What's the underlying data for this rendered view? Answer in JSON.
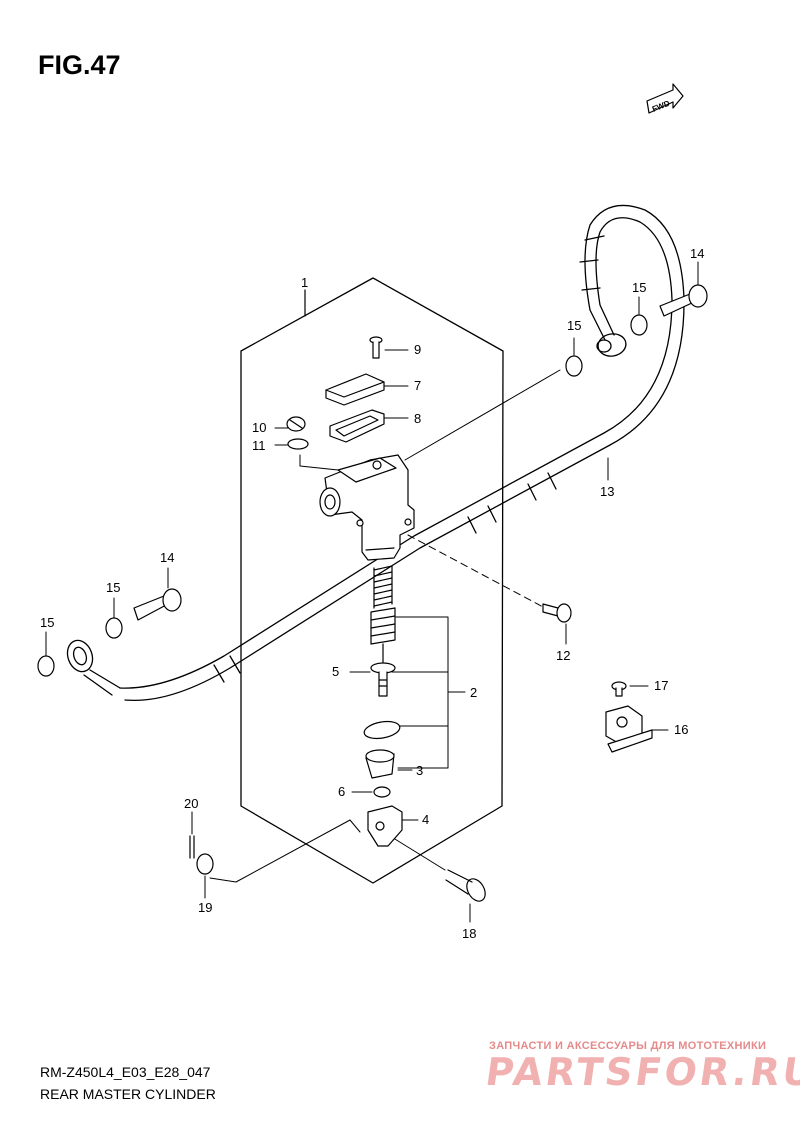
{
  "figure": {
    "title": "FIG.47",
    "code": "RM-Z450L4_E03_E28_047",
    "subtitle": "REAR MASTER CYLINDER",
    "fwd_label": "FWD"
  },
  "watermark": {
    "line1": "ЗАПЧАСТИ И АКСЕССУАРЫ ДЛЯ МОТОТЕХНИКИ",
    "line2": "PARTSFOR.RU"
  },
  "callouts": [
    {
      "id": "c1",
      "label": "1"
    },
    {
      "id": "c2",
      "label": "2"
    },
    {
      "id": "c3",
      "label": "3"
    },
    {
      "id": "c4",
      "label": "4"
    },
    {
      "id": "c5",
      "label": "5"
    },
    {
      "id": "c6",
      "label": "6"
    },
    {
      "id": "c7",
      "label": "7"
    },
    {
      "id": "c8",
      "label": "8"
    },
    {
      "id": "c9",
      "label": "9"
    },
    {
      "id": "c10",
      "label": "10"
    },
    {
      "id": "c11",
      "label": "11"
    },
    {
      "id": "c12",
      "label": "12"
    },
    {
      "id": "c13",
      "label": "13"
    },
    {
      "id": "c14a",
      "label": "14"
    },
    {
      "id": "c14b",
      "label": "14"
    },
    {
      "id": "c15a",
      "label": "15"
    },
    {
      "id": "c15b",
      "label": "15"
    },
    {
      "id": "c15c",
      "label": "15"
    },
    {
      "id": "c15d",
      "label": "15"
    },
    {
      "id": "c16",
      "label": "16"
    },
    {
      "id": "c17",
      "label": "17"
    },
    {
      "id": "c18",
      "label": "18"
    },
    {
      "id": "c19",
      "label": "19"
    },
    {
      "id": "c20",
      "label": "20"
    }
  ]
}
